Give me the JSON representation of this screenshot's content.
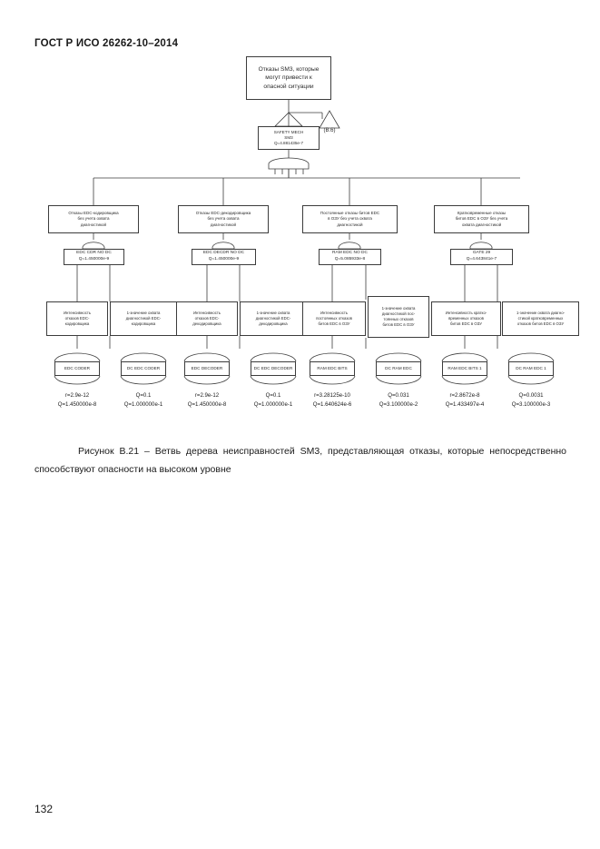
{
  "document": {
    "header": "ГОСТ Р ИСО 26262-10–2014",
    "page_number": "132",
    "caption_line1": "Рисунок В.21 –   Ветвь дерева неисправностей SM3, представляющая отказы,",
    "caption_line2": "которые непосредственно способствуют опасности на высоком уровне"
  },
  "diagram": {
    "top_event": {
      "lines": [
        "Отказы SM3, которые",
        "могут привести к",
        "опасной ситуации"
      ]
    },
    "transfer_triangle": {
      "label": "(В.6)"
    },
    "main_gate": {
      "lines": [
        "SAFETY MECH",
        "SM3",
        "Q=4.881435e-7"
      ]
    },
    "intermediate_events": [
      {
        "lines": [
          "Отказы  EDC-кодировщика",
          "без учета охвата",
          "диагностикой"
        ]
      },
      {
        "lines": [
          "Отказы  EDC-декодировщика",
          "без учета охвата",
          "диагностикой"
        ]
      },
      {
        "lines": [
          "Постоянные отказы битов  EDC",
          "в ОЗУ  без учета охвата",
          "диагностикой"
        ]
      },
      {
        "lines": [
          "Кратковременные отказы",
          "битов  EDC в ОЗУ без учета",
          "охвата  диагностикой"
        ]
      }
    ],
    "sub_gates": [
      {
        "lines": [
          "EDC CDR NO DC",
          "Q=1.450000e-9"
        ]
      },
      {
        "lines": [
          "EDC DECDR NO DC",
          "Q=1.450000e-9"
        ]
      },
      {
        "lines": [
          "RAM EDC NO DC",
          "Q=5.085933e-8"
        ]
      },
      {
        "lines": [
          "GATE 29",
          "Q=4.643841e-7"
        ]
      }
    ],
    "descriptions": [
      {
        "lines": [
          "Интенсивность",
          "отказов EDC-",
          "кодировщика"
        ]
      },
      {
        "lines": [
          "1-значение охвата",
          "диагностикой EDC-",
          "кодировщика"
        ]
      },
      {
        "lines": [
          "Интенсивность",
          "отказов EDC-",
          "декодировщика"
        ]
      },
      {
        "lines": [
          "1-значение охвата",
          "диагностикой EDC-",
          "декодировщика"
        ]
      },
      {
        "lines": [
          "Интенсивность",
          "постоянных отказов",
          "битов  EDC в ОЗУ"
        ]
      },
      {
        "lines": [
          "1-значение охвата",
          "диагностикой пос-",
          "тоянных отказов",
          "битов  EDC в ОЗУ"
        ]
      },
      {
        "lines": [
          "Интенсивность кратко-",
          "временных отказов",
          "битов  EDC в ОЗУ"
        ]
      },
      {
        "lines": [
          "1-значение охвата диагно-",
          "стикой кратковременных",
          "отказов битов  EDC в ОЗУ"
        ]
      }
    ],
    "basic_events": [
      {
        "label": "EDC CODER",
        "r": "r=2.9e-12",
        "q": "Q=1.450000e-8"
      },
      {
        "label": "DC EDC CODER",
        "r": "Q=0.1",
        "q": "Q=1.000000e-1"
      },
      {
        "label": "EDC DECODER",
        "r": "r=2.9e-12",
        "q": "Q=1.450000e-8"
      },
      {
        "label": "DC EDC DECODER",
        "r": "Q=0.1",
        "q": "Q=1.000000e-1"
      },
      {
        "label": "RAM EDC BITS",
        "r": "r=3.28125e-10",
        "q": "Q=1.640624e-6"
      },
      {
        "label": "DC RAM EDC",
        "r": "Q=0.031",
        "q": "Q=3.100000e-2"
      },
      {
        "label": "RAM EDC BITS 1",
        "r": "r=2.8672e-8",
        "q": "Q=1.433497e-4"
      },
      {
        "label": "DC RAM EDC 1",
        "r": "Q=0.0031",
        "q": "Q=3.100000e-3"
      }
    ]
  }
}
